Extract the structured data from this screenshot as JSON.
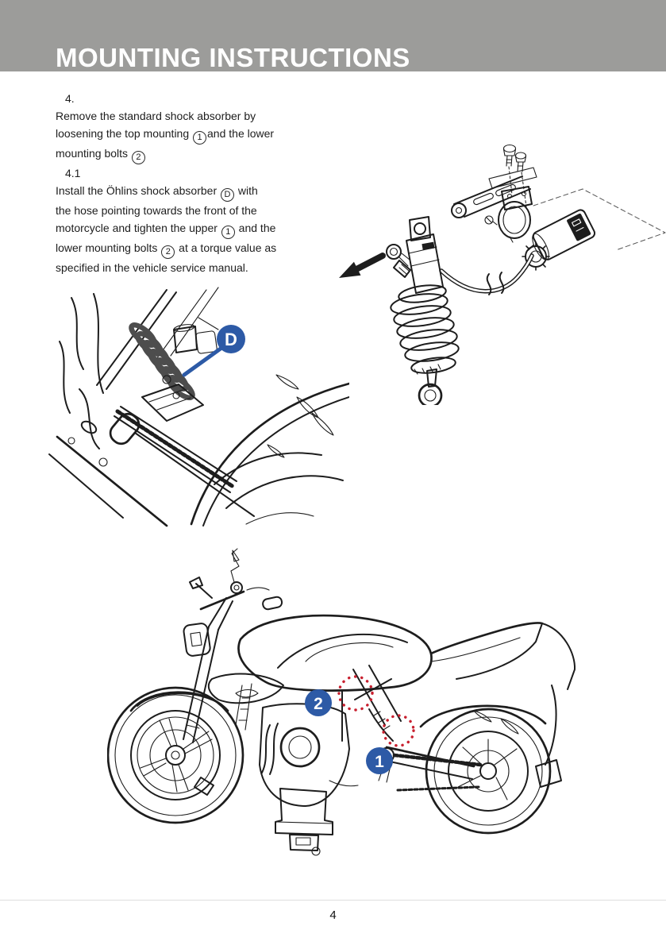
{
  "header": {
    "title": "MOUNTING INSTRUCTIONS",
    "bar_color": "#9c9c9a"
  },
  "colors": {
    "marker_blue": "#2d5aa6",
    "highlight_red": "#c8202f",
    "line": "#1d1d1d"
  },
  "instructions": {
    "steps": [
      {
        "number": "4.",
        "lines": [
          [
            {
              "t": "Remove the standard shock absorber by"
            }
          ],
          [
            {
              "t": "loosening the top mounting "
            },
            {
              "c": "1"
            },
            {
              "t": "and the lower"
            }
          ],
          [
            {
              "t": "mounting bolts "
            },
            {
              "c": "2"
            }
          ]
        ]
      },
      {
        "number": "4.1",
        "lines": [
          [
            {
              "t": "Install the Öhlins shock absorber "
            },
            {
              "c": "D"
            },
            {
              "t": " with"
            }
          ],
          [
            {
              "t": "the hose pointing towards the front of the"
            }
          ],
          [
            {
              "t": "motorcycle and tighten the upper "
            },
            {
              "c": "1"
            },
            {
              "t": " and the"
            }
          ],
          [
            {
              "t": "lower mounting bolts "
            },
            {
              "c": "2"
            },
            {
              "t": " at a torque value as"
            }
          ],
          [
            {
              "t": "specified in the vehicle service manual."
            }
          ]
        ]
      }
    ]
  },
  "figures": {
    "swingarm_closeup": {
      "marker": "D"
    },
    "motorcycle": {
      "marker_upper_bolt": "2",
      "marker_lower_bolt": "1"
    }
  },
  "footer": {
    "page_number": "4"
  }
}
